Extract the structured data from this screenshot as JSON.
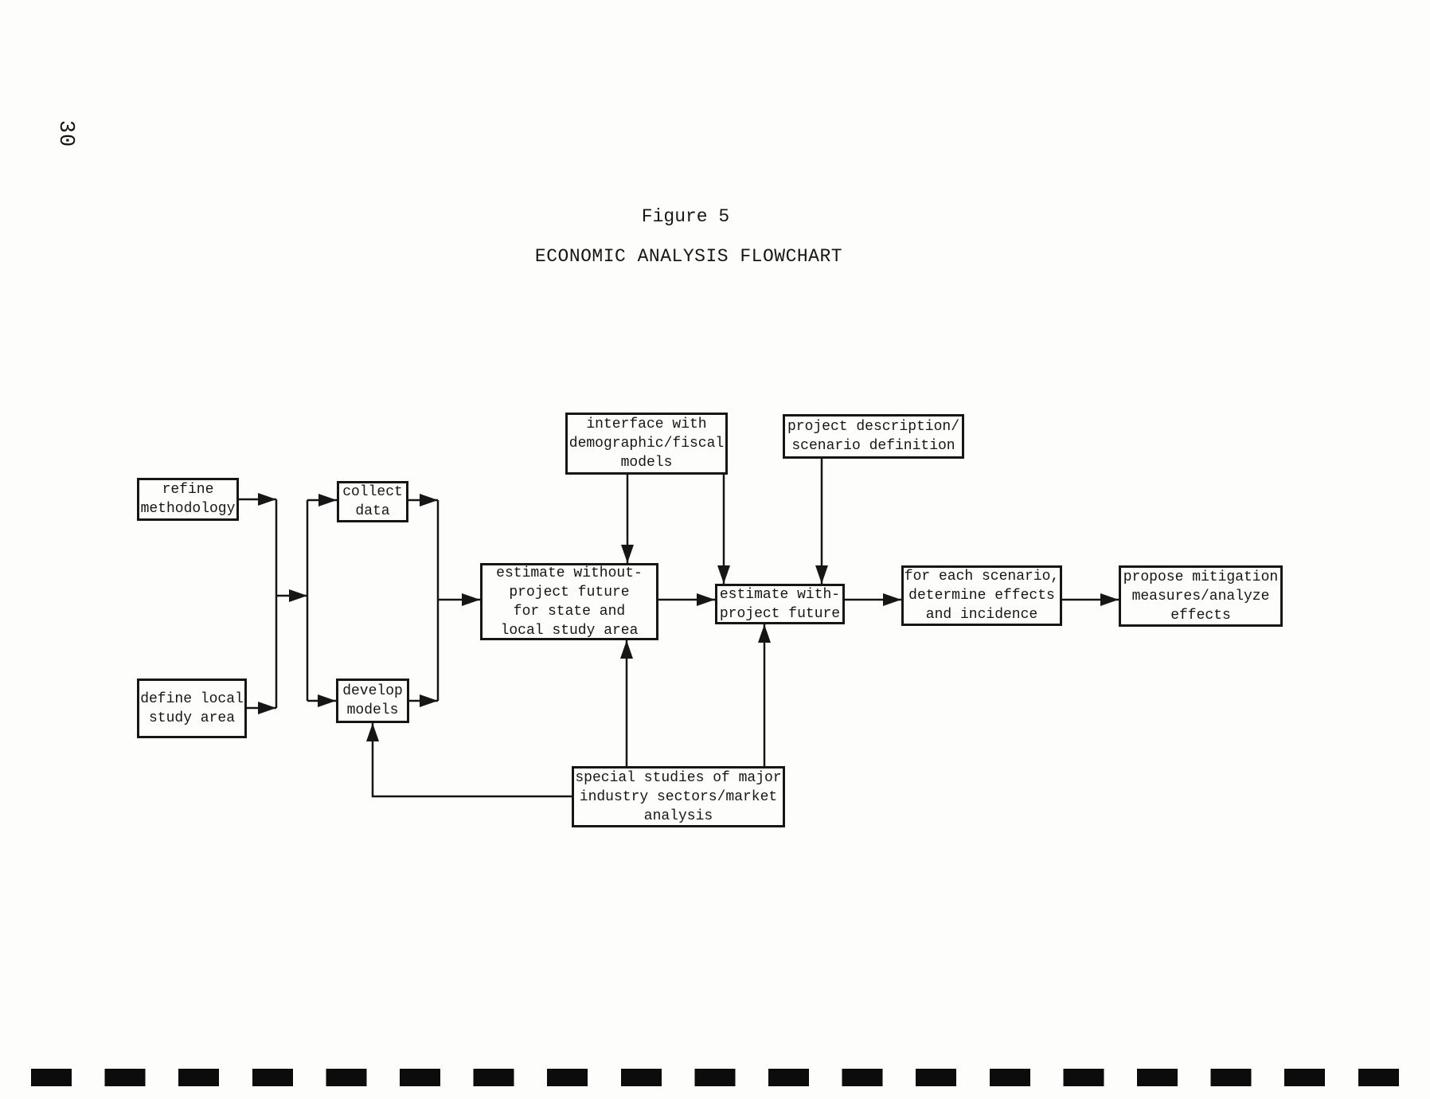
{
  "page": {
    "page_number": "30",
    "figure_label": "Figure 5",
    "figure_title": "ECONOMIC ANALYSIS FLOWCHART"
  },
  "colors": {
    "ink": "#161616",
    "paper": "#fdfdfc"
  },
  "flowchart": {
    "nodes": {
      "refine_methodology": {
        "label": "refine\nmethodology"
      },
      "define_local_study_area": {
        "label": "define local\nstudy area"
      },
      "collect_data": {
        "label": "collect\ndata"
      },
      "develop_models": {
        "label": "develop\nmodels"
      },
      "interface_models": {
        "label": "interface with\ndemographic/fiscal\nmodels"
      },
      "project_description": {
        "label": "project description/\nscenario definition"
      },
      "estimate_without": {
        "label": "estimate without-\nproject future\nfor state and\nlocal study area"
      },
      "estimate_with": {
        "label": "estimate with-\nproject future"
      },
      "for_each_scenario": {
        "label": "for each scenario,\ndetermine effects\nand incidence"
      },
      "propose_mitigation": {
        "label": "propose mitigation\nmeasures/analyze\neffects"
      },
      "special_studies": {
        "label": "special studies of major\nindustry sectors/market\nanalysis"
      }
    },
    "edges": [
      {
        "from": "refine_methodology",
        "to": "collect_data"
      },
      {
        "from": "refine_methodology",
        "to": "develop_models"
      },
      {
        "from": "define_local_study_area",
        "to": "collect_data"
      },
      {
        "from": "define_local_study_area",
        "to": "develop_models"
      },
      {
        "from": "collect_data",
        "to": "estimate_without"
      },
      {
        "from": "develop_models",
        "to": "estimate_without"
      },
      {
        "from": "interface_models",
        "to": "estimate_without"
      },
      {
        "from": "interface_models",
        "to": "estimate_with"
      },
      {
        "from": "project_description",
        "to": "estimate_with"
      },
      {
        "from": "estimate_without",
        "to": "estimate_with"
      },
      {
        "from": "estimate_with",
        "to": "for_each_scenario"
      },
      {
        "from": "for_each_scenario",
        "to": "propose_mitigation"
      },
      {
        "from": "special_studies",
        "to": "estimate_without"
      },
      {
        "from": "special_studies",
        "to": "estimate_with"
      },
      {
        "from": "special_studies",
        "to": "develop_models"
      }
    ]
  }
}
